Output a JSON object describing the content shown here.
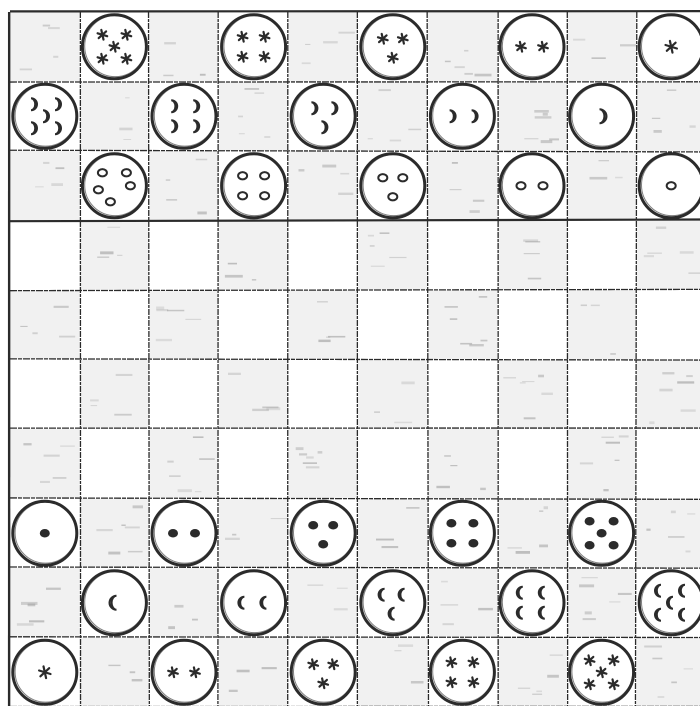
{
  "board": {
    "columns": 10,
    "rows": 10,
    "colors": {
      "paper": "#ffffff",
      "ink": "#2b2b2b",
      "smudge": "#9a9a9a",
      "dark_square_tint": "#f1f1f1"
    },
    "pieces": [
      {
        "row": 0,
        "col": 1,
        "symbol": "star",
        "count": 5,
        "set": "top"
      },
      {
        "row": 0,
        "col": 3,
        "symbol": "star",
        "count": 4,
        "set": "top"
      },
      {
        "row": 0,
        "col": 5,
        "symbol": "star",
        "count": 3,
        "set": "top"
      },
      {
        "row": 0,
        "col": 7,
        "symbol": "star",
        "count": 2,
        "set": "top"
      },
      {
        "row": 0,
        "col": 9,
        "symbol": "star",
        "count": 1,
        "set": "top"
      },
      {
        "row": 1,
        "col": 0,
        "symbol": "moon",
        "count": 5,
        "set": "top"
      },
      {
        "row": 1,
        "col": 2,
        "symbol": "moon",
        "count": 4,
        "set": "top"
      },
      {
        "row": 1,
        "col": 4,
        "symbol": "moon",
        "count": 3,
        "set": "top"
      },
      {
        "row": 1,
        "col": 6,
        "symbol": "moon",
        "count": 2,
        "set": "top"
      },
      {
        "row": 1,
        "col": 8,
        "symbol": "moon",
        "count": 1,
        "set": "top"
      },
      {
        "row": 2,
        "col": 1,
        "symbol": "ring",
        "count": 5,
        "set": "top"
      },
      {
        "row": 2,
        "col": 3,
        "symbol": "ring",
        "count": 4,
        "set": "top"
      },
      {
        "row": 2,
        "col": 5,
        "symbol": "ring",
        "count": 3,
        "set": "top"
      },
      {
        "row": 2,
        "col": 7,
        "symbol": "ring",
        "count": 2,
        "set": "top"
      },
      {
        "row": 2,
        "col": 9,
        "symbol": "ring",
        "count": 1,
        "set": "top"
      },
      {
        "row": 7,
        "col": 0,
        "symbol": "dot",
        "count": 1,
        "set": "bottom"
      },
      {
        "row": 7,
        "col": 2,
        "symbol": "dot",
        "count": 2,
        "set": "bottom"
      },
      {
        "row": 7,
        "col": 4,
        "symbol": "dot",
        "count": 3,
        "set": "bottom"
      },
      {
        "row": 7,
        "col": 6,
        "symbol": "dot",
        "count": 4,
        "set": "bottom"
      },
      {
        "row": 7,
        "col": 8,
        "symbol": "dot",
        "count": 5,
        "set": "bottom"
      },
      {
        "row": 8,
        "col": 1,
        "symbol": "crescent",
        "count": 1,
        "set": "bottom"
      },
      {
        "row": 8,
        "col": 3,
        "symbol": "crescent",
        "count": 2,
        "set": "bottom"
      },
      {
        "row": 8,
        "col": 5,
        "symbol": "crescent",
        "count": 3,
        "set": "bottom"
      },
      {
        "row": 8,
        "col": 7,
        "symbol": "crescent",
        "count": 4,
        "set": "bottom"
      },
      {
        "row": 8,
        "col": 9,
        "symbol": "crescent",
        "count": 5,
        "set": "bottom"
      },
      {
        "row": 9,
        "col": 0,
        "symbol": "star",
        "count": 1,
        "set": "bottom"
      },
      {
        "row": 9,
        "col": 2,
        "symbol": "star",
        "count": 2,
        "set": "bottom"
      },
      {
        "row": 9,
        "col": 4,
        "symbol": "star",
        "count": 3,
        "set": "bottom"
      },
      {
        "row": 9,
        "col": 6,
        "symbol": "star",
        "count": 4,
        "set": "bottom"
      },
      {
        "row": 9,
        "col": 8,
        "symbol": "star",
        "count": 5,
        "set": "bottom"
      }
    ]
  }
}
